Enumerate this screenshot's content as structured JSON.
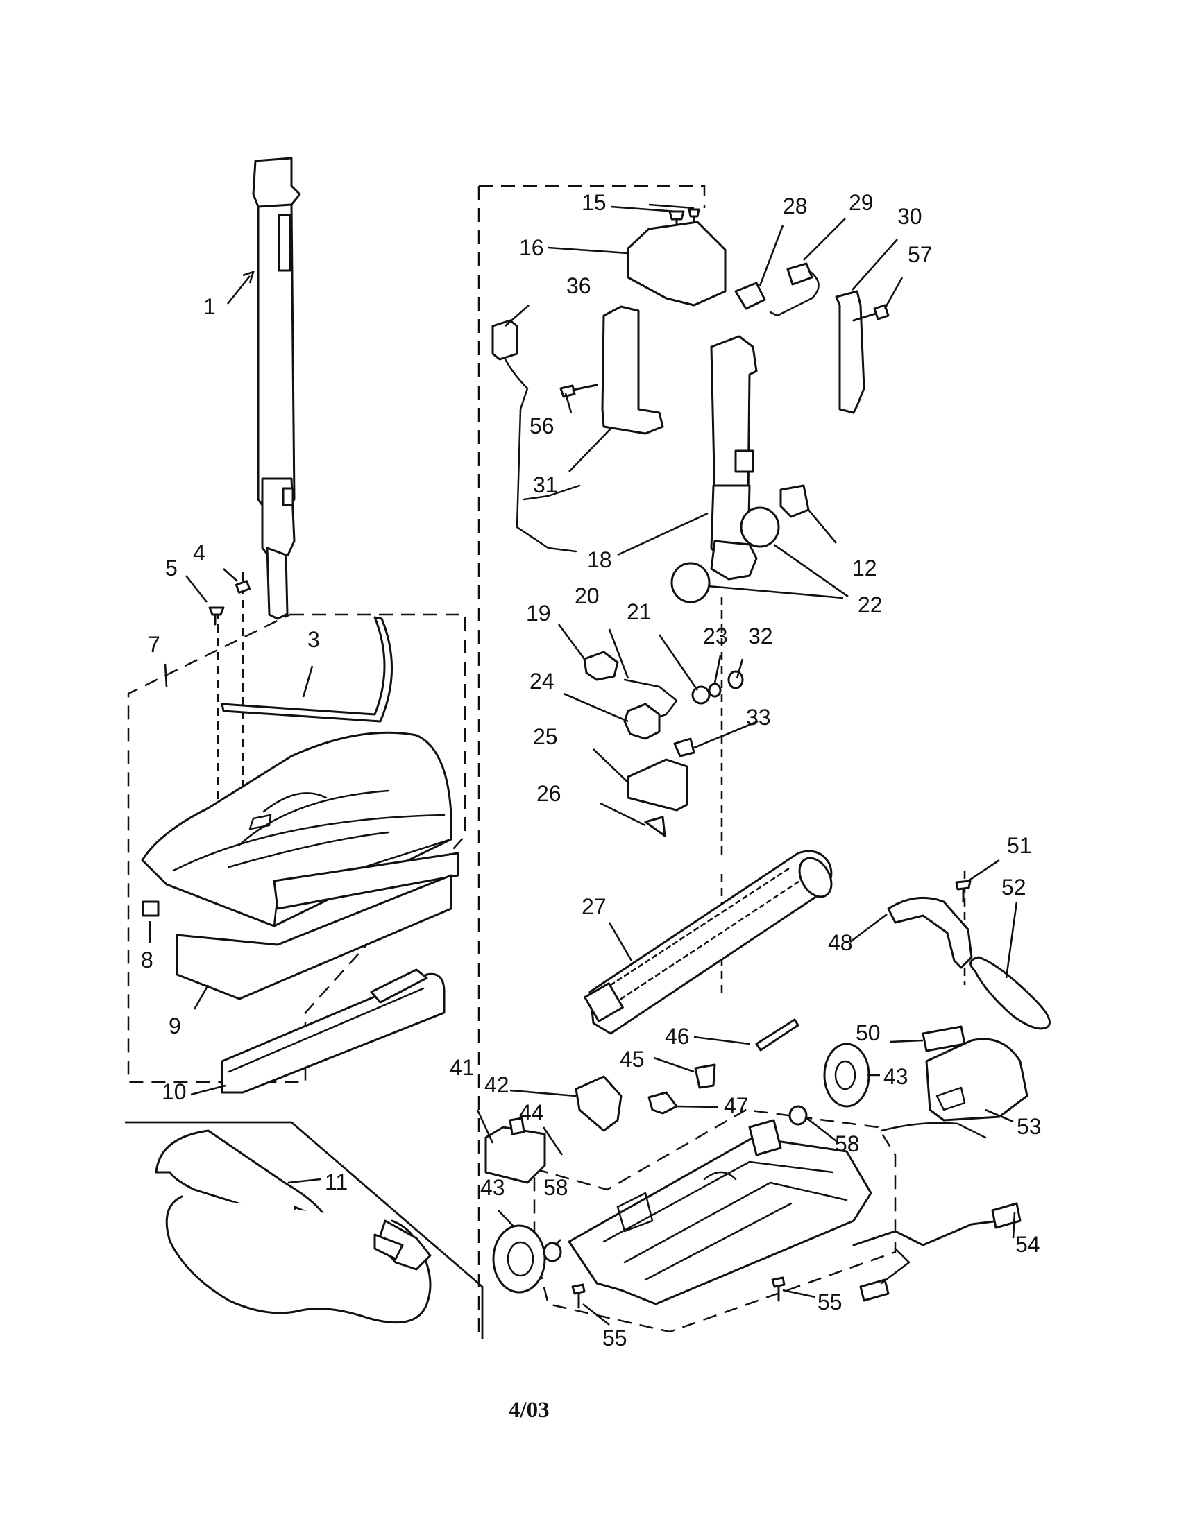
{
  "diagram": {
    "date_code": "4/03",
    "callouts": [
      {
        "id": "1",
        "text": "1"
      },
      {
        "id": "3",
        "text": "3"
      },
      {
        "id": "4",
        "text": "4"
      },
      {
        "id": "5",
        "text": "5"
      },
      {
        "id": "7",
        "text": "7"
      },
      {
        "id": "8",
        "text": "8"
      },
      {
        "id": "9",
        "text": "9"
      },
      {
        "id": "10",
        "text": "10"
      },
      {
        "id": "11",
        "text": "11"
      },
      {
        "id": "12",
        "text": "12"
      },
      {
        "id": "15",
        "text": "15"
      },
      {
        "id": "16",
        "text": "16"
      },
      {
        "id": "18",
        "text": "18"
      },
      {
        "id": "19",
        "text": "19"
      },
      {
        "id": "20",
        "text": "20"
      },
      {
        "id": "21",
        "text": "21"
      },
      {
        "id": "22",
        "text": "22"
      },
      {
        "id": "23",
        "text": "23"
      },
      {
        "id": "24",
        "text": "24"
      },
      {
        "id": "25",
        "text": "25"
      },
      {
        "id": "26",
        "text": "26"
      },
      {
        "id": "27",
        "text": "27"
      },
      {
        "id": "28",
        "text": "28"
      },
      {
        "id": "29",
        "text": "29"
      },
      {
        "id": "30",
        "text": "30"
      },
      {
        "id": "31",
        "text": "31"
      },
      {
        "id": "32",
        "text": "32"
      },
      {
        "id": "33",
        "text": "33"
      },
      {
        "id": "36",
        "text": "36"
      },
      {
        "id": "41",
        "text": "41"
      },
      {
        "id": "42",
        "text": "42"
      },
      {
        "id": "43a",
        "text": "43"
      },
      {
        "id": "43b",
        "text": "43"
      },
      {
        "id": "44",
        "text": "44"
      },
      {
        "id": "45",
        "text": "45"
      },
      {
        "id": "46",
        "text": "46"
      },
      {
        "id": "47",
        "text": "47"
      },
      {
        "id": "48",
        "text": "48"
      },
      {
        "id": "50",
        "text": "50"
      },
      {
        "id": "51",
        "text": "51"
      },
      {
        "id": "52",
        "text": "52"
      },
      {
        "id": "53",
        "text": "53"
      },
      {
        "id": "54",
        "text": "54"
      },
      {
        "id": "55a",
        "text": "55"
      },
      {
        "id": "55b",
        "text": "55"
      },
      {
        "id": "56",
        "text": "56"
      },
      {
        "id": "57",
        "text": "57"
      },
      {
        "id": "58a",
        "text": "58"
      },
      {
        "id": "58b",
        "text": "58"
      }
    ]
  }
}
